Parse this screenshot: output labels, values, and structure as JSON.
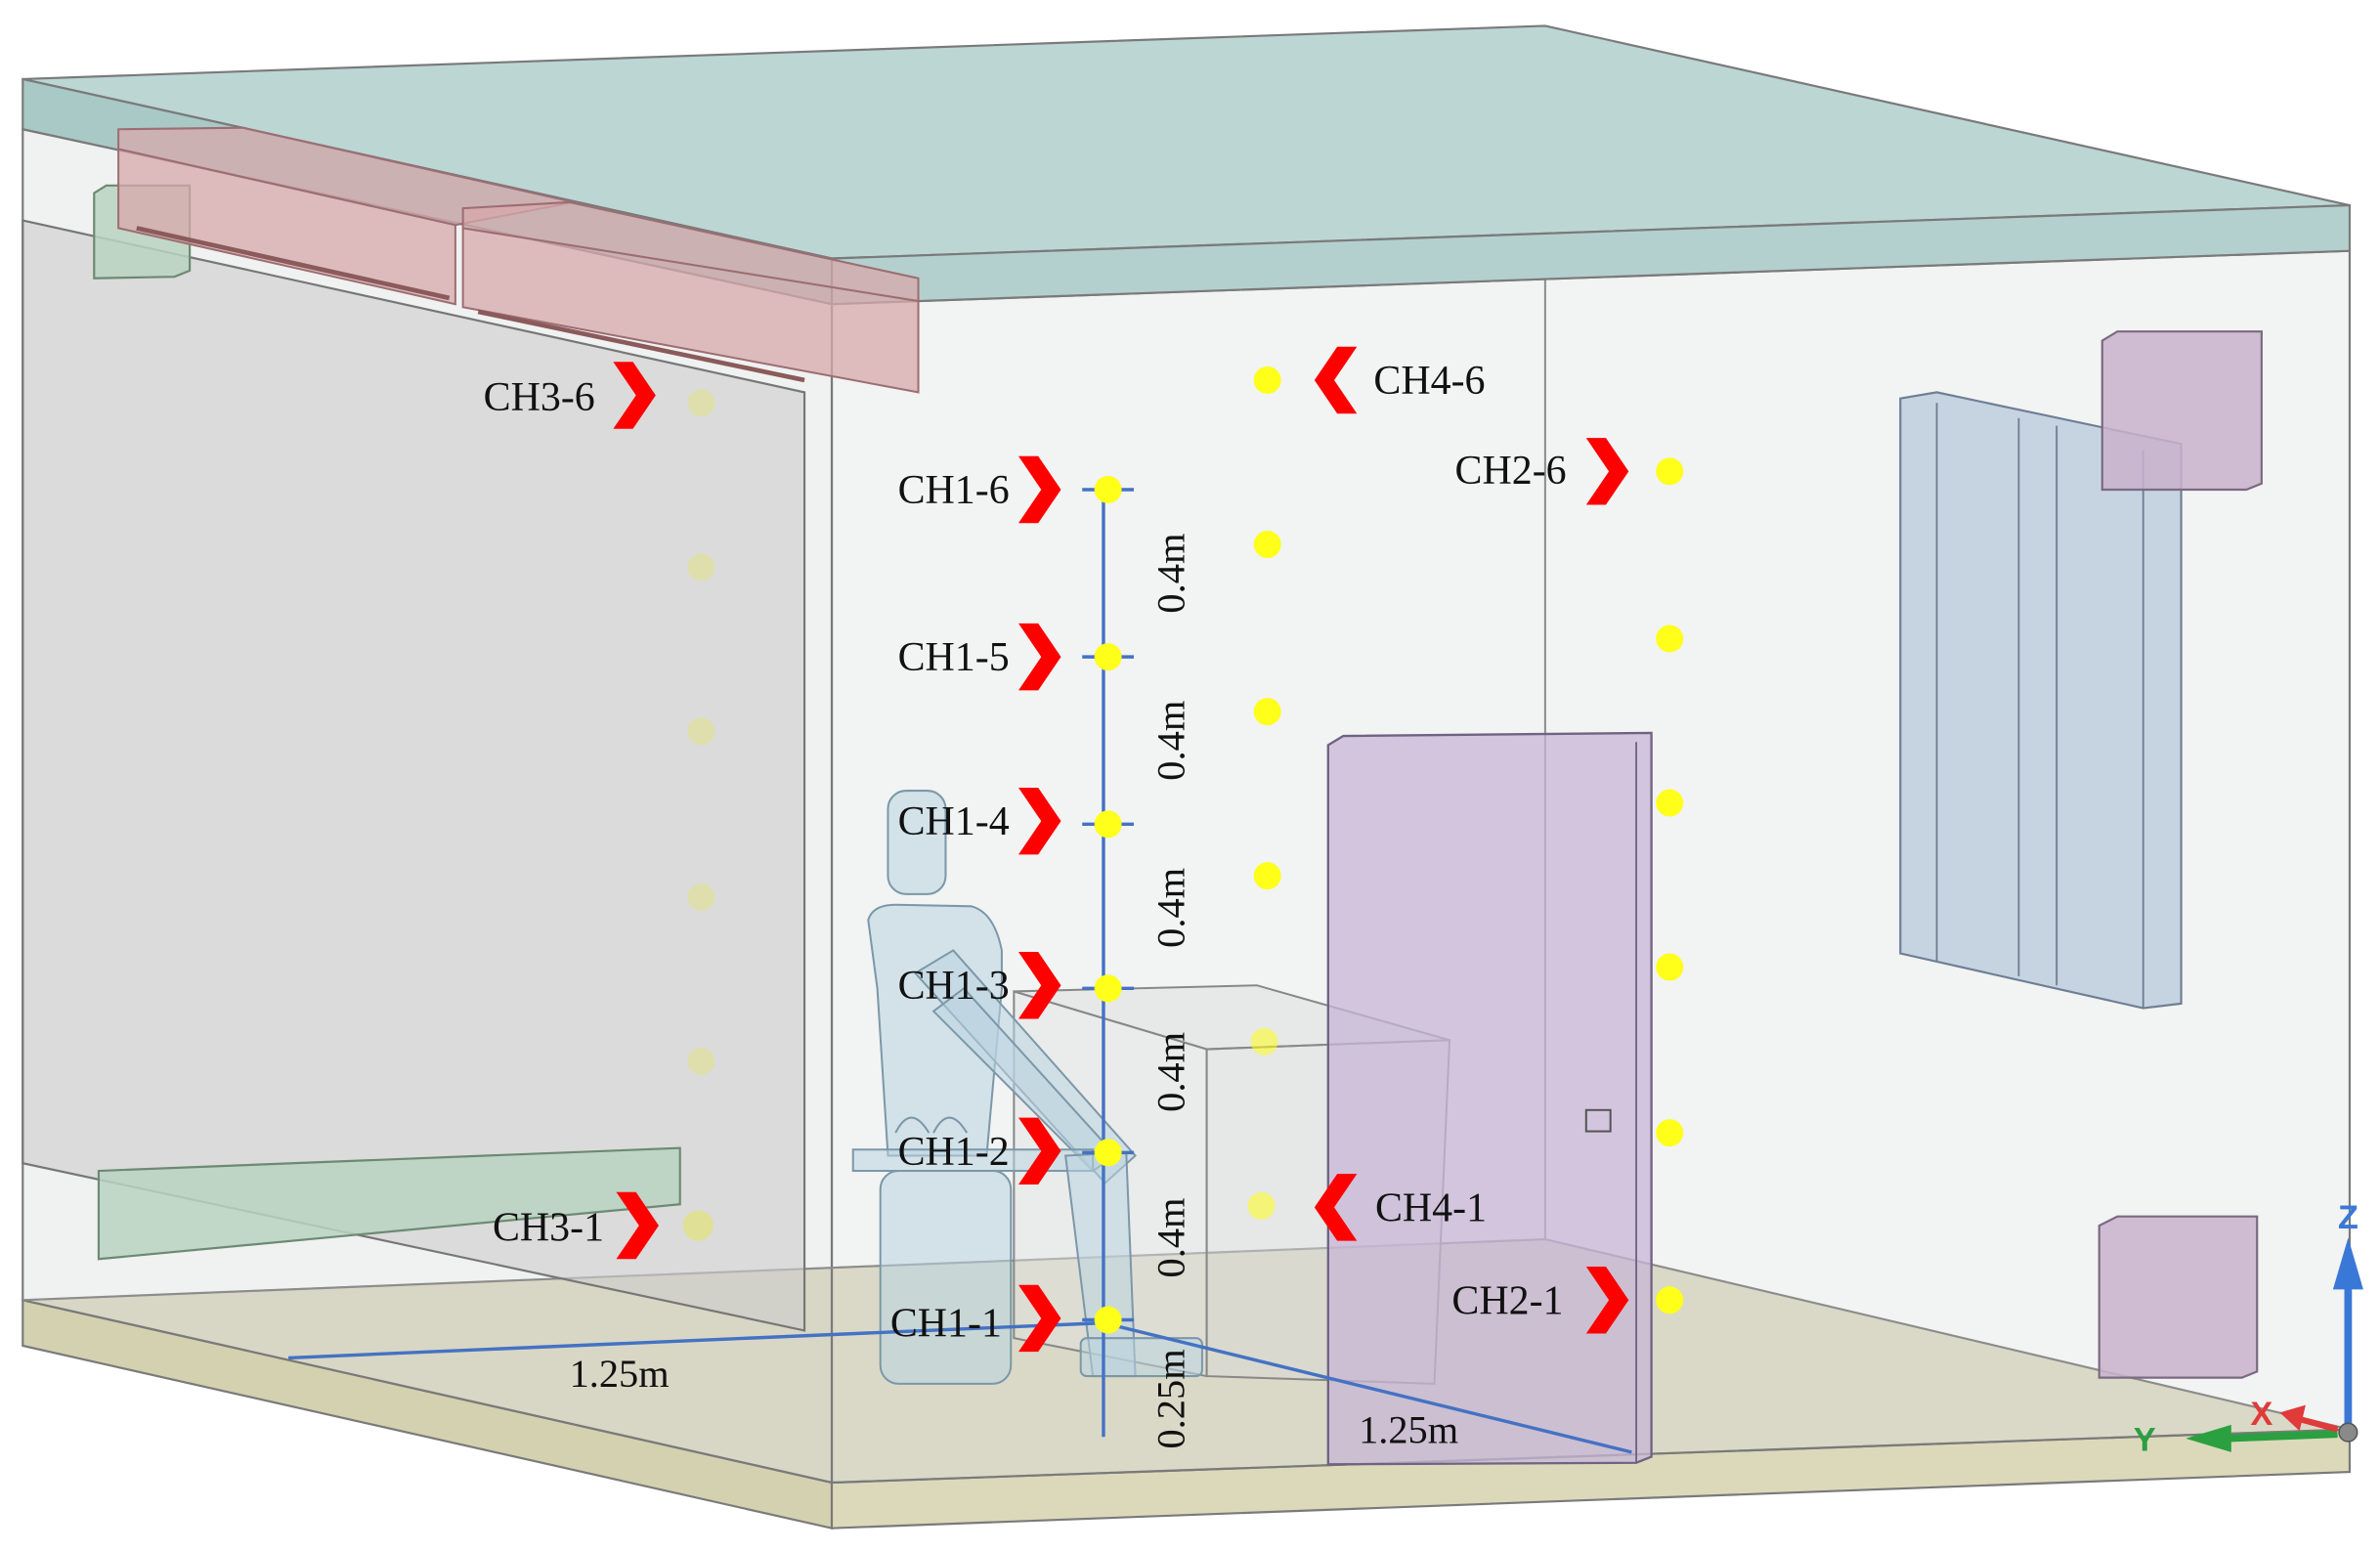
{
  "labels": {
    "ch1": [
      "CH1-1",
      "CH1-2",
      "CH1-3",
      "CH1-4",
      "CH1-5",
      "CH1-6"
    ],
    "ch2": [
      "CH2-1",
      "CH2-6"
    ],
    "ch3": [
      "CH3-1",
      "CH3-6"
    ],
    "ch4": [
      "CH4-1",
      "CH4-6"
    ]
  },
  "dimensions": {
    "vertical_spacing": [
      "0.4m",
      "0.4m",
      "0.4m",
      "0.4m",
      "0.4m"
    ],
    "floor_offset": "0.25m",
    "left_offset": "1.25m",
    "right_offset": "1.25m"
  },
  "axes": {
    "z": "Z",
    "y": "Y",
    "x": "X"
  },
  "colors": {
    "sensor_point": "#ffff1a",
    "marker_arrow": "#ff0000",
    "dimension_line": "#4472c4",
    "axis_z": "#3a78d8",
    "axis_y": "#2aa040",
    "axis_x": "#e03a3a"
  }
}
